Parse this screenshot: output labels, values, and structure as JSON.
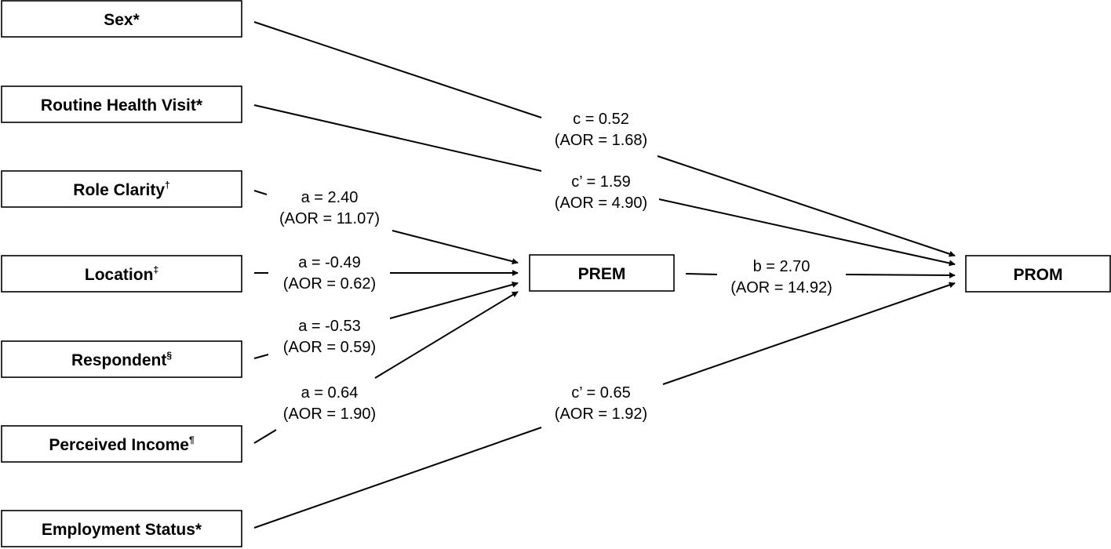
{
  "nodes": {
    "sex": {
      "label": "Sex",
      "mark": "*"
    },
    "routine_health_visit": {
      "label": "Routine Health Visit",
      "mark": "*"
    },
    "role_clarity": {
      "label": "Role Clarity",
      "mark": "†"
    },
    "location": {
      "label": "Location",
      "mark": "‡"
    },
    "respondent": {
      "label": "Respondent",
      "mark": "§"
    },
    "perceived_income": {
      "label": "Perceived Income",
      "mark": "¶"
    },
    "employment_status": {
      "label": "Employment Status",
      "mark": "*"
    },
    "prem": {
      "label": "PREM"
    },
    "prom": {
      "label": "PROM"
    }
  },
  "paths": {
    "sex_prom": {
      "coef": "c = 0.52",
      "aor": "(AOR = 1.68)"
    },
    "routine_prom": {
      "coef": "c’ = 1.59",
      "aor": "(AOR = 4.90)"
    },
    "role_prem": {
      "coef": "a = 2.40",
      "aor": "(AOR = 11.07)"
    },
    "location_prem": {
      "coef": "a = -0.49",
      "aor": "(AOR = 0.62)"
    },
    "respondent_prem": {
      "coef": "a = -0.53",
      "aor": "(AOR = 0.59)"
    },
    "income_prem": {
      "coef": "a = 0.64",
      "aor": "(AOR = 1.90)"
    },
    "prem_prom": {
      "coef": "b = 2.70",
      "aor": "(AOR = 14.92)"
    },
    "employment_prom": {
      "coef": "c’ = 0.65",
      "aor": "(AOR = 1.92)"
    }
  }
}
